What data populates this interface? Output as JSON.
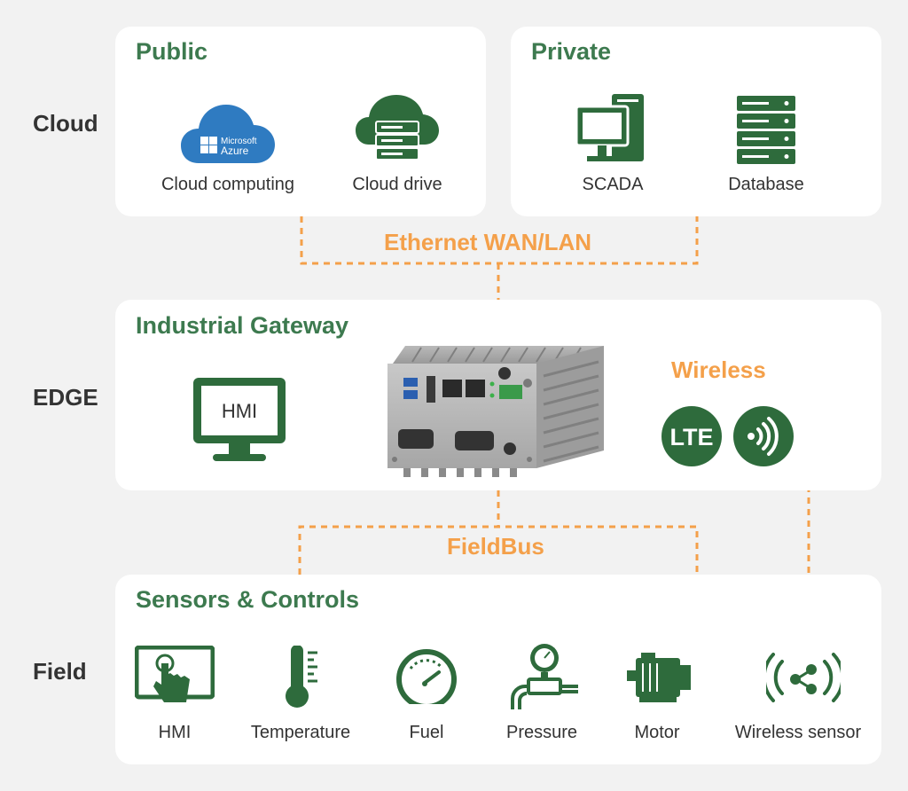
{
  "tiers": {
    "cloud": "Cloud",
    "edge": "EDGE",
    "field": "Field"
  },
  "public": {
    "title": "Public",
    "items": [
      {
        "label": "Cloud computing",
        "logo_line1": "Microsoft",
        "logo_line2": "Azure",
        "icon": "azure-cloud-icon"
      },
      {
        "label": "Cloud drive",
        "icon": "cloud-server-icon"
      }
    ]
  },
  "private": {
    "title": "Private",
    "items": [
      {
        "label": "SCADA",
        "icon": "computer-tower-icon"
      },
      {
        "label": "Database",
        "icon": "server-rack-icon"
      }
    ]
  },
  "links": {
    "ethernet": "Ethernet WAN/LAN",
    "wireless": "Wireless",
    "fieldbus": "FieldBus"
  },
  "gateway": {
    "title": "Industrial Gateway",
    "hmi_label": "HMI",
    "lte_label": "LTE",
    "icons": [
      "monitor-icon",
      "gateway-device-icon",
      "lte-icon",
      "wifi-signal-icon"
    ]
  },
  "sensors": {
    "title": "Sensors & Controls",
    "items": [
      {
        "label": "HMI",
        "icon": "touchscreen-icon"
      },
      {
        "label": "Temperature",
        "icon": "thermometer-icon"
      },
      {
        "label": "Fuel",
        "icon": "gauge-icon"
      },
      {
        "label": "Pressure",
        "icon": "pressure-gauge-icon"
      },
      {
        "label": "Motor",
        "icon": "motor-icon"
      },
      {
        "label": "Wireless sensor",
        "icon": "wireless-sensor-icon"
      }
    ]
  },
  "colors": {
    "green": "#2e6b3c",
    "title_green": "#3d7a4f",
    "orange": "#f4a04a",
    "panel": "#ffffff",
    "background": "#f2f2f2"
  }
}
